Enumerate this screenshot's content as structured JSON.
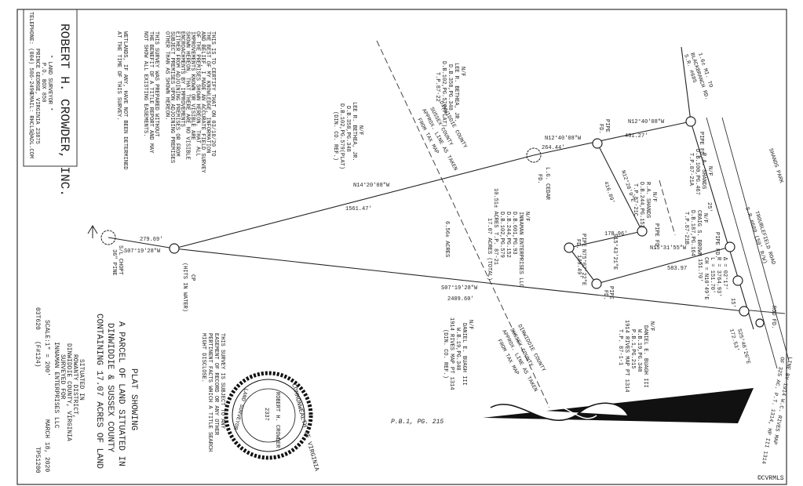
{
  "title_block": {
    "company": "ROBERT H. CROWDER, INC.",
    "role": "* LAND SURVEYOR *",
    "po_box": "P.O. BOX 850",
    "city": "PRINCE GEORGE, VIRGINIA 23875",
    "telephone": "TELEPHONE: (804) 586-2490",
    "email": "EMAIL: RHCLS@AOL.COM"
  },
  "certification": [
    "THIS IS TO CERTIFY THAT ON 03/18/20 TO",
    "THE BEST OF MY KNOWLEDGE, INFORMATION",
    "AND BELIEF, I MADE AN ACCURATE FIELD SURVEY",
    "OF THE PREMISES SHOWN HEREON, THAT ALL",
    "IMPROVEMENTS KNOWN OR VISIBLE ARE",
    "SHOWN HEREON, THAT THERE ARE NO VISIBLE",
    "ENCROACHMENTS BY IMPROVEMENTS",
    "EITHER FROM ADJOINING PREMISES OR FROM",
    "SUBJECT PREMISES UPON ADJOINING PREMISES",
    "OTHER THAN AS SHOWN HEREON."
  ],
  "notes": [
    "THIS SURVEY WAS PREPARED WITHOUT",
    "THE BENEFIT OF A TITLE REPORT AND MAY",
    "NOT SHOW ALL EXISTING EASEMENTS."
  ],
  "wetlands": [
    "WETLANDS, IF ANY, HAVE NOT BEEN DETERMINED",
    "AT THE TIME OF THIS SURVEY."
  ],
  "subject_note": [
    "THIS SURVEY IS SUBJECT TO ANY",
    "EASEMENT OF RECORD OR ANY OTHER",
    "PERTINENT FACTS WHICH A TITLE SEARCH",
    "MIGHT DISCLOSE."
  ],
  "plat": {
    "heading": "PLAT SHOWING",
    "line1": "A PARCEL OF LAND SITUATED IN",
    "line2": "DINWIDDIE & SUSSEX COUNTY",
    "line3": "CONTAINING 17.07 ACRES OF LAND",
    "situated": "SITUATED IN",
    "district": "ROWANTY DISTRICT,",
    "county": "DINWIDDIE COUNTY, VIRGINIA",
    "surveyed_for": "SURVEYED FOR",
    "client": "INNAMAN ENTERPRISES LLC",
    "scale": "SCALE:1\" = 200'",
    "date": "MARCH 18, 2020",
    "job": "03T620",
    "book": "(F#124)",
    "tp": "TP51200"
  },
  "seal": {
    "ring_top": "COMMONWEALTH OF VIRGINIA",
    "name": "ROBERT H. CROWDER",
    "number": "2337",
    "ring_bottom": "LAND SURVEYOR"
  },
  "labels": {
    "cp": "CP",
    "hits_water": "(HITS IN WATER)",
    "pine": "S/L CHOPT",
    "pine2": "36\" PINE",
    "pine_dist": "279.69'",
    "pine_bearing": "S07°19'28\"W",
    "south_dist": "2409.60'",
    "south_bearing": "S07°19'28\"W",
    "north_bearing": "N14°20'08\"W",
    "north_dist": "1561.47'",
    "north2_bearing": "N12°40'08\"W",
    "north2_dist": "401.27'",
    "seg_dist": "264.44'",
    "cedar": "L.G. CEDAR",
    "cedar2": "FD.",
    "pipe_fd": "PIPE FD.",
    "pipe": "PIPE",
    "fd": "FD.",
    "rod_fd": "ROD FD.",
    "acres_total": "10.51± ACRES",
    "acres_small": "6.56± ACRES",
    "acres_17": "17.07 ACRES (TOTAL)",
    "innaman": "INNAMAN ENTERPRISES LLC",
    "innaman_db": "D.B.601,PG.93",
    "innaman_db2": "D.B.244,PG.152",
    "innaman_db3": "D.B.102,PG.579",
    "innaman_tp": "T.P. 87-21",
    "lee1_name": "LEE R. BETHEA, JR.",
    "lee1_db": "D.B.358,PG.348",
    "lee1_db2": "D.B.102,PG.579(PLAT)",
    "lee1_tp": "T.P.87-22",
    "lee2_name": "LEE R. BETHEA, JR.",
    "lee2_db": "D.B.358,PG.348",
    "lee2_db2": "D.B.102,PG.579(PLAT)",
    "lee2_ref": "(DIN. CO. REF.)",
    "nf": "N/F",
    "ra_name": "R.A. SHANDS",
    "ra_db": "D.B.100,PG.467",
    "ra_tp": "T.P.87-21A",
    "shands2": "R.A. SHANDS",
    "shands2_db": "D.B.244,PG.152",
    "shands2_tp": "T.P.87-21C",
    "craig": "CRAIG S. BROWN",
    "craig_db": "D.B.187,PG.164",
    "craig_tp": "T.P.87-21B",
    "daniel1": "DANIEL E. BUAGH III",
    "daniel1_wb": "W.B.19,PG.340",
    "daniel1_pb": "P.B.1,PG.215",
    "daniel1_map": "1914 RIVES MAP PT 1314",
    "daniel1_tp": "T.P. 87-1-1",
    "daniel2": "DANIEL E. BUAGH III",
    "daniel2_wb": "W.B.19,PG.340",
    "daniel2_map": "1914 RIVES MAP PT 1314",
    "daniel2_ref": "(DIN. CO. REF.)",
    "county_line": "DINWIDDIE COUNTY",
    "county_line2": "SUSSEX COUNTY",
    "county_line3": "APPROX. LINE AS TAKEN",
    "county_line4": "FROM TAX MAP",
    "road": "TROUBLEFIELD ROAD",
    "road_sr": "S.R.#680 (50' R/W)",
    "blackbranch": "1.6± MI. TO",
    "blackbranch2": "BLACKBRANCH RD.",
    "blackbranch_sr": "S.R. #685",
    "shands_park": "SHANDS PARK",
    "pb": "P.B.1, PG. 215",
    "line_by": "LINE BY 1914 W.C. RIVES MAP",
    "line_by2": "OF 325 AC. P.T. 1314, HP III 1314",
    "curve1": "Δ = 02°17'",
    "curve2": "R = 3764.93'",
    "curve3": "L = 151.70'",
    "curve4": "CH = N10°49'E",
    "curve5": "151.70'",
    "b1": "N12°28'0\"E",
    "b1d": "416.89'",
    "b2": "S15°43'21\"E",
    "b2d": "178.96'",
    "b3": "N15°31'55\"W",
    "b3d": "583.97",
    "b4": "N75°07'22\"E",
    "b4d": "149.49'",
    "b5": "S25°48'26\"E",
    "b5d": "172.53'",
    "b6": "15'",
    "b7": "25'",
    "watermark": "©CVRMLS"
  }
}
